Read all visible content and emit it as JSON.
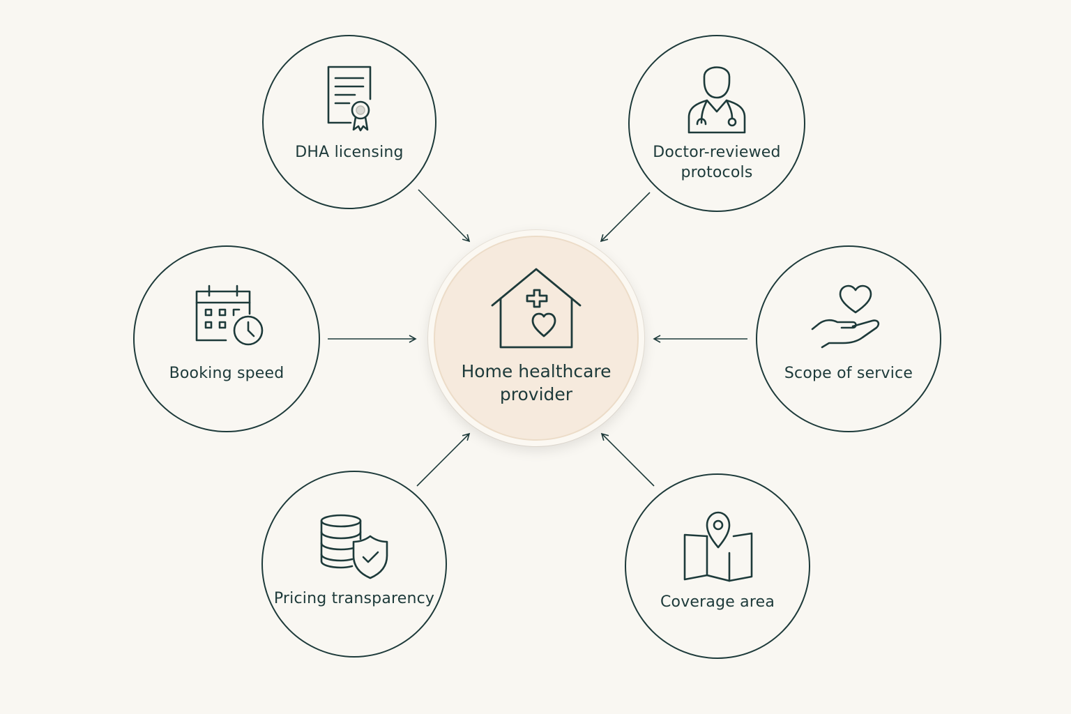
{
  "center": {
    "label_line1": "Home healthcare",
    "label_line2": "provider",
    "icon": "house-medical-heart-icon"
  },
  "factors": [
    {
      "label_line1": "DHA licensing",
      "label_line2": "",
      "icon": "certificate-document-icon"
    },
    {
      "label_line1": "Doctor-reviewed",
      "label_line2": "protocols",
      "icon": "doctor-stethoscope-icon"
    },
    {
      "label_line1": "Booking speed",
      "label_line2": "",
      "icon": "calendar-clock-icon"
    },
    {
      "label_line1": "Scope of service",
      "label_line2": "",
      "icon": "hand-heart-icon"
    },
    {
      "label_line1": "Pricing transparency",
      "label_line2": "",
      "icon": "coins-shield-check-icon"
    },
    {
      "label_line1": "Coverage area",
      "label_line2": "",
      "icon": "map-pin-icon"
    }
  ],
  "colors": {
    "background": "#f9f7f2",
    "ink": "#1d3a3a",
    "center_fill": "#f6eadd"
  }
}
